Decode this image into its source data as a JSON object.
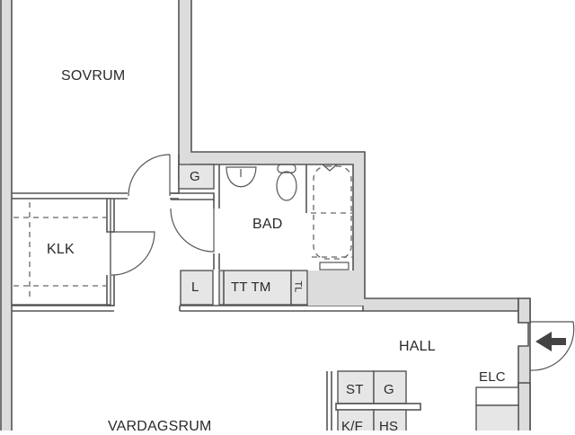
{
  "floorplan": {
    "rooms": [
      {
        "id": "sovrum",
        "label": "SOVRUM"
      },
      {
        "id": "klk",
        "label": "KLK"
      },
      {
        "id": "bad",
        "label": "BAD"
      },
      {
        "id": "hall",
        "label": "HALL"
      },
      {
        "id": "vardagsrum",
        "label": "VARDAGSRUM"
      }
    ],
    "units": {
      "g_top": "G",
      "l": "L",
      "tt_tm": "TT  TM",
      "tl": "TL",
      "st": "ST",
      "g_hall": "G",
      "kf": "K/F",
      "hs": "HS",
      "elc": "ELC"
    },
    "icons": {
      "entrance": "entrance-arrow-icon",
      "sink": "sink-icon",
      "toilet": "toilet-icon",
      "bathtub": "bathtub-icon"
    },
    "colors": {
      "wall_fill": "#dcdcdc",
      "wall_stroke": "#555555",
      "background": "#ffffff",
      "text": "#2a2a2a"
    }
  }
}
